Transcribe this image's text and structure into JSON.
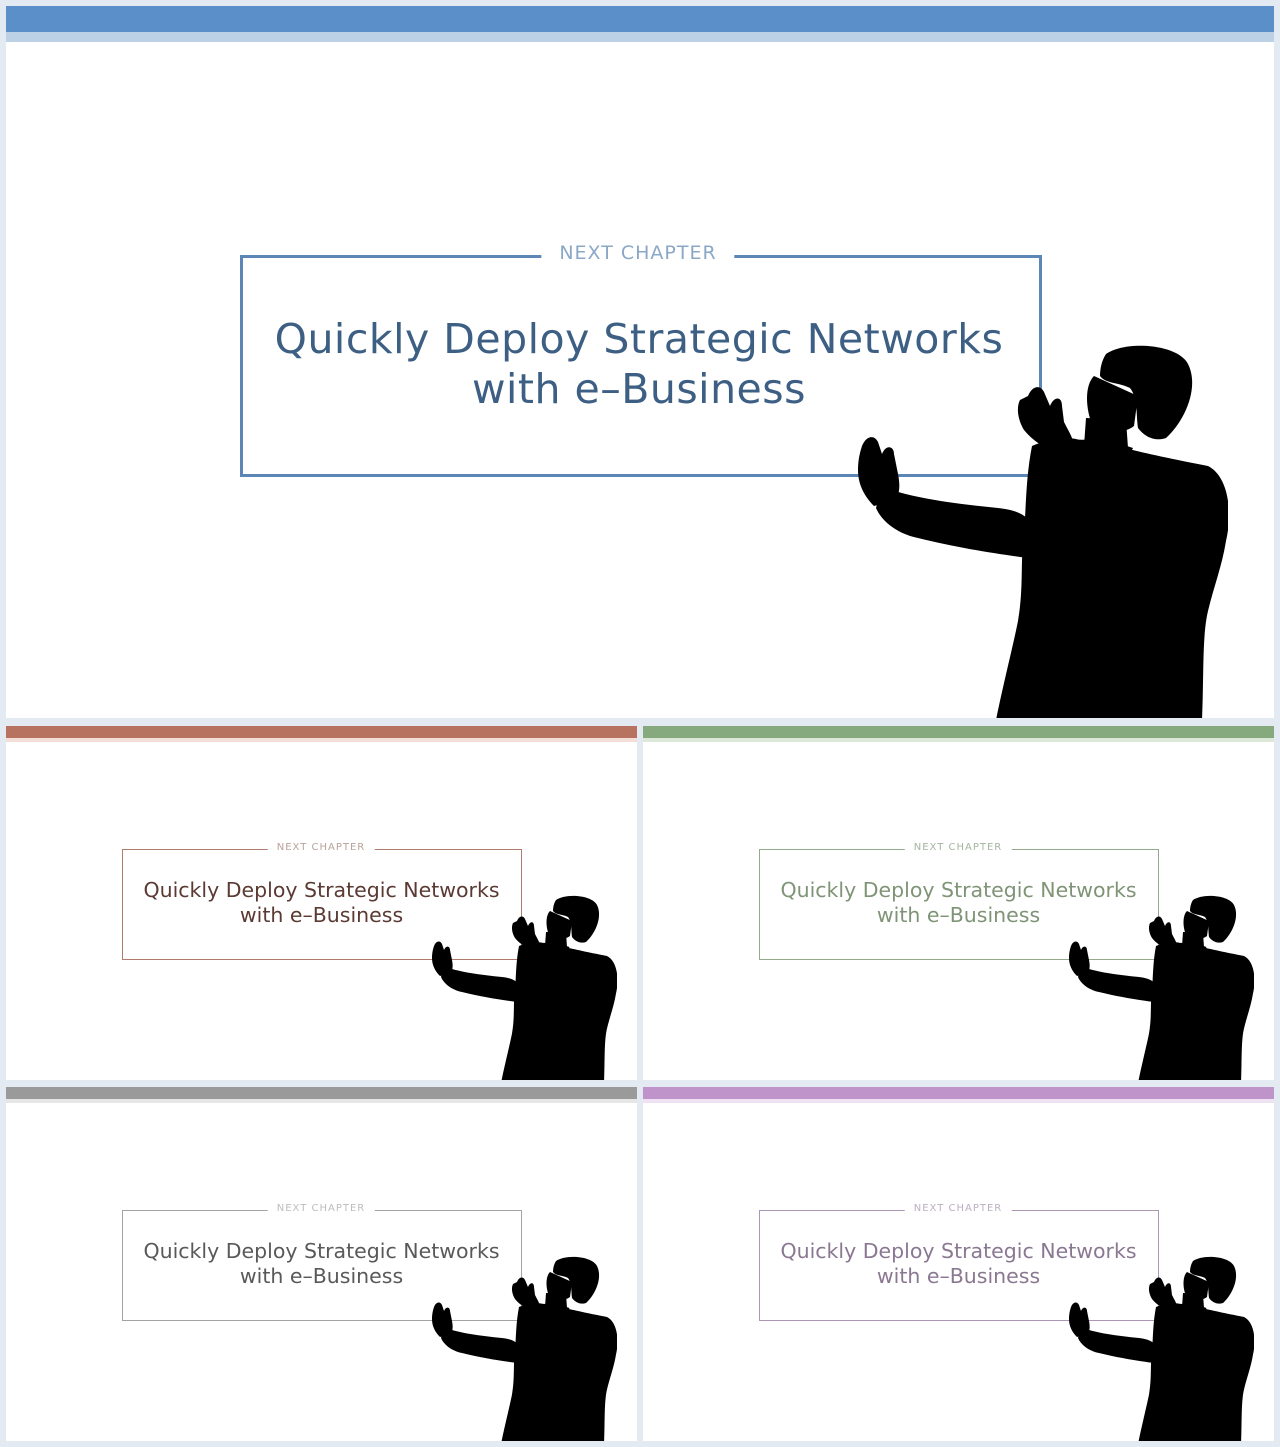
{
  "eyebrow": "NEXT CHAPTER",
  "title_line1": "Quickly Deploy Strategic Networks",
  "title_line2": "with e–Business",
  "themes": {
    "blue": {
      "bar": "#5b8fc9",
      "sub": "#bcd0e6",
      "frame": "#5b86b6",
      "eyebrow": "#8aa8c6",
      "text": "#3d5f83",
      "suit": "#487cad",
      "hair": "#163a5c",
      "skin": "#cfe4f2"
    },
    "red": {
      "bar": "#b87360",
      "sub": "#f3dfd7",
      "frame": "#b07a6c",
      "eyebrow": "#b9a39b",
      "text": "#5a3a33",
      "suit": "#a24d36",
      "hair": "#4a1f13",
      "skin": "#f6e7df"
    },
    "green": {
      "bar": "#86a97e",
      "sub": "#dde9d8",
      "frame": "#93aa8c",
      "eyebrow": "#a4b5a0",
      "text": "#7f9477",
      "suit": "#5a8857",
      "hair": "#123b1c",
      "skin": "#e6f1e2"
    },
    "gray": {
      "bar": "#9a9a9a",
      "sub": "#e6e6e6",
      "frame": "#a3a3a3",
      "eyebrow": "#bdbdbd",
      "text": "#595959",
      "suit": "#3a3a3a",
      "hair": "#1c1c1c",
      "skin": "#ececec"
    },
    "purple": {
      "bar": "#be94cb",
      "sub": "#efe2f3",
      "frame": "#ab96b4",
      "eyebrow": "#bcaec2",
      "text": "#8a7892",
      "suit": "#6a4a7f",
      "hair": "#2a1633",
      "skin": "#f2e4f3"
    }
  }
}
